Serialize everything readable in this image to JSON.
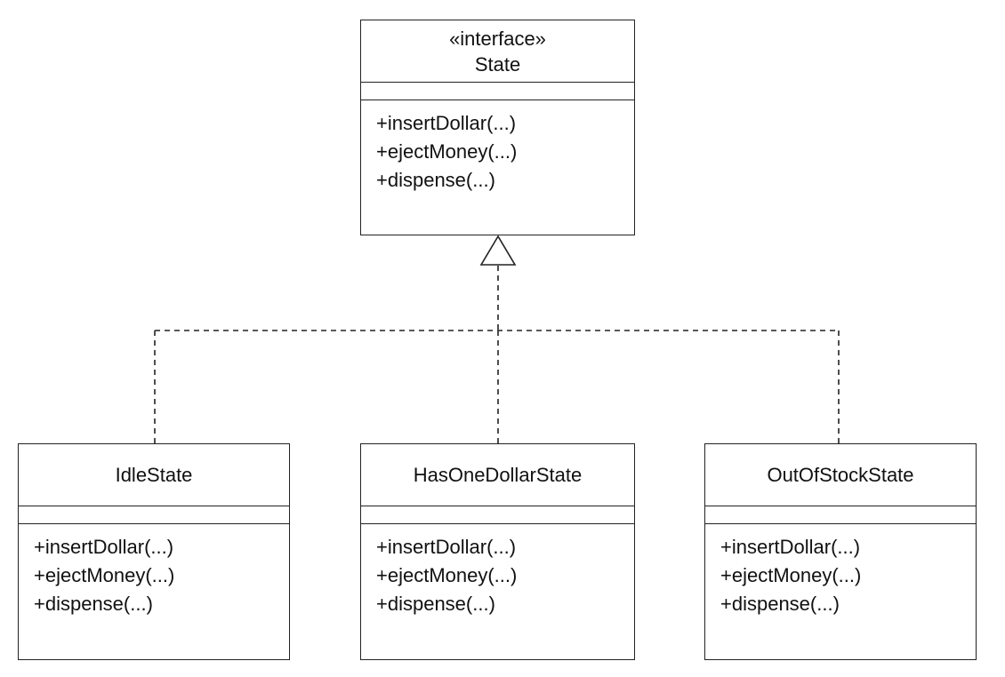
{
  "diagram": {
    "interface": {
      "stereotype": "«interface»",
      "name": "State",
      "operations": [
        "+insertDollar(...)",
        "+ejectMoney(...)",
        "+dispense(...)"
      ]
    },
    "classes": [
      {
        "name": "IdleState",
        "operations": [
          "+insertDollar(...)",
          "+ejectMoney(...)",
          "+dispense(...)"
        ]
      },
      {
        "name": "HasOneDollarState",
        "operations": [
          "+insertDollar(...)",
          "+ejectMoney(...)",
          "+dispense(...)"
        ]
      },
      {
        "name": "OutOfStockState",
        "operations": [
          "+insertDollar(...)",
          "+ejectMoney(...)",
          "+dispense(...)"
        ]
      }
    ],
    "relationships": [
      {
        "type": "realization",
        "from": "IdleState",
        "to": "State"
      },
      {
        "type": "realization",
        "from": "HasOneDollarState",
        "to": "State"
      },
      {
        "type": "realization",
        "from": "OutOfStockState",
        "to": "State"
      }
    ]
  }
}
